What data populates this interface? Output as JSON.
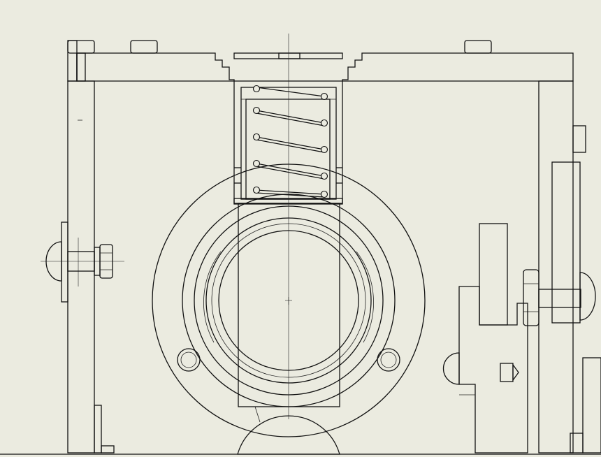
{
  "drawing": {
    "view": "cross-section",
    "paper_color": "#ebebe0",
    "line_color": "#111111",
    "components": [
      {
        "name": "housing-top-plate"
      },
      {
        "name": "housing-left-wall"
      },
      {
        "name": "housing-right-wall"
      },
      {
        "name": "compression-spring",
        "visible_coils": 5
      },
      {
        "name": "plunger"
      },
      {
        "name": "bearing-flange"
      },
      {
        "name": "left-bolt"
      },
      {
        "name": "right-bolt-and-nut"
      },
      {
        "name": "bracket-assembly"
      },
      {
        "name": "ball"
      }
    ]
  }
}
